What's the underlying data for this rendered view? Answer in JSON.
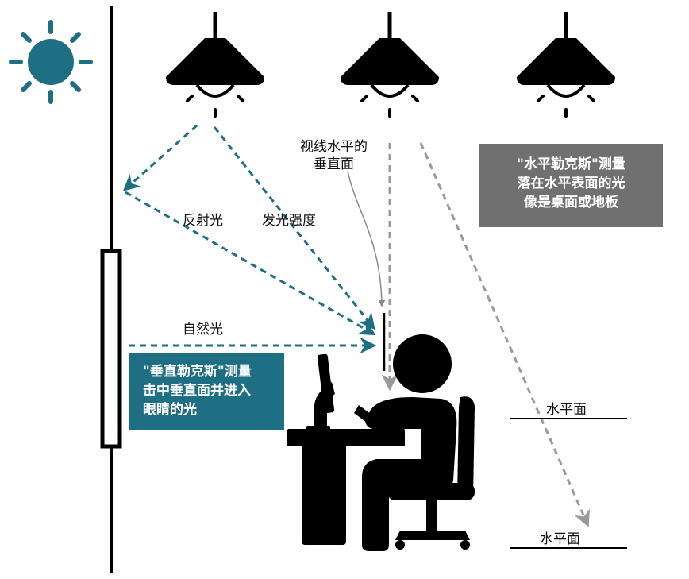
{
  "labels": {
    "sightline_plane": [
      "视线水平的",
      "垂直面"
    ],
    "reflected_light": "反射光",
    "luminous_intensity": "发光强度",
    "natural_light": "自然光",
    "horizontal_plane_upper": "水平面",
    "horizontal_plane_lower": "水平面"
  },
  "boxes": {
    "vertical_lux": [
      "\"垂直勒克斯\"测量",
      "击中垂直面并进入",
      "眼睛的光"
    ],
    "horizontal_lux": [
      "\"水平勒克斯\"测量",
      "落在水平表面的光",
      "像是桌面或地板"
    ]
  },
  "colors": {
    "teal": "#1e6f84",
    "sun": "#1e6f84",
    "gray_box": "#707070",
    "gray_arrow": "#9a9a9a",
    "silhouette": "#000000"
  },
  "icons": [
    "sun-icon",
    "pendant-lamp-icon",
    "window-icon",
    "person-at-desk-icon",
    "monitor-icon",
    "office-chair-icon"
  ]
}
